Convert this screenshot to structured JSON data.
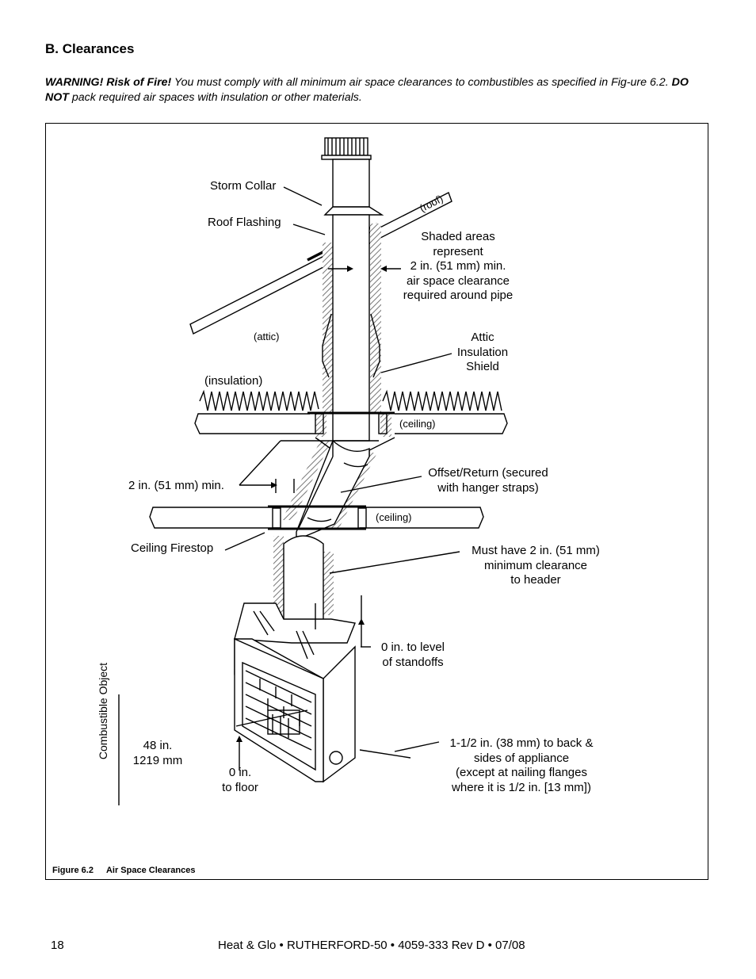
{
  "section": {
    "heading": "B. Clearances"
  },
  "warning": {
    "lead": "WARNING! Risk of Fire!",
    "text1": " You must comply with all minimum air space clearances to combustibles as specified in Fig-ure 6.2. ",
    "bold2": "DO NOT",
    "text2": " pack required air spaces with insulation or other materials."
  },
  "figure": {
    "labels": {
      "storm_collar": "Storm Collar",
      "roof_flashing": "Roof Flashing",
      "roof": "(roof)",
      "shaded_l1": "Shaded areas",
      "shaded_l2": "represent",
      "shaded_l3": "2 in. (51 mm) min.",
      "shaded_l4": "air space clearance",
      "shaded_l5": "required around pipe",
      "attic": "(attic)",
      "shield_l1": "Attic",
      "shield_l2": "Insulation",
      "shield_l3": "Shield",
      "insulation": "(insulation)",
      "ceiling_upper": "(ceiling)",
      "two_in_min": "2 in. (51 mm) min.",
      "offset_l1": "Offset/Return (secured",
      "offset_l2": "with hanger straps)",
      "ceiling_lower": "(ceiling)",
      "firestop": "Ceiling Firestop",
      "header_l1": "Must have 2 in. (51 mm)",
      "header_l2": "minimum clearance",
      "header_l3": "to header",
      "standoffs_l1": "0 in. to level",
      "standoffs_l2": "of standoffs",
      "combustible": "Combustible Object",
      "h48_l1": "48 in.",
      "h48_l2": "1219 mm",
      "floor_l1": "0 in.",
      "floor_l2": "to floor",
      "back_l1": "1-1/2 in. (38 mm) to back &",
      "back_l2": "sides of appliance",
      "back_l3": "(except at nailing flanges",
      "back_l4": "where it is 1/2 in. [13 mm])"
    },
    "caption_number": "Figure 6.2",
    "caption_title": "Air Space Clearances"
  },
  "footer": {
    "page": "18",
    "text": "Heat & Glo • RUTHERFORD-50 • 4059-333 Rev D • 07/08"
  }
}
